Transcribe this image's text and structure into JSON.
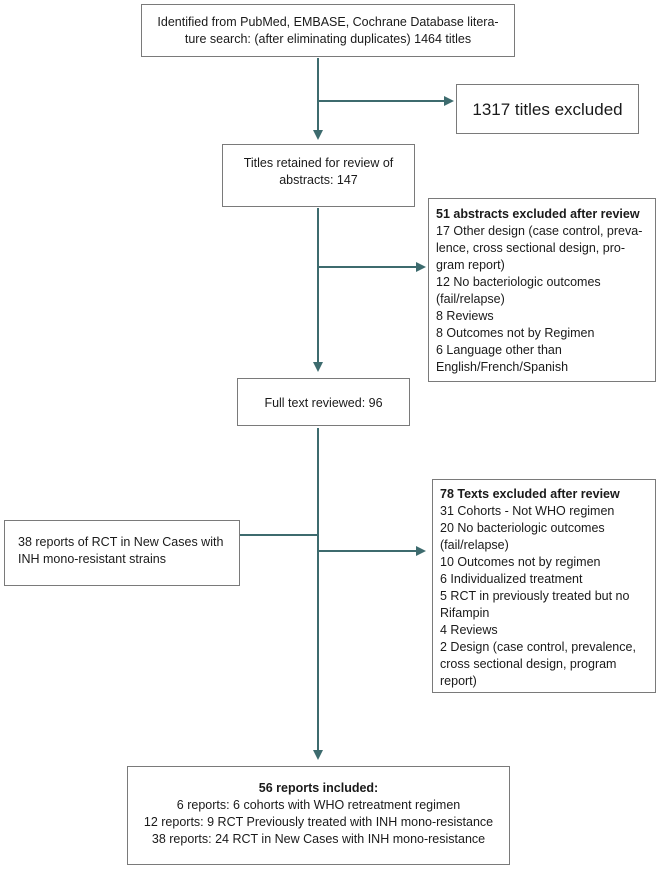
{
  "identified": {
    "lines": [
      "Identified from PubMed, EMBASE, Cochrane Database litera-",
      "ture search: (after eliminating duplicates) 1464 titles"
    ]
  },
  "excluded_titles": {
    "text": "1317 titles excluded"
  },
  "retained": {
    "lines": [
      "Titles retained for review of",
      "abstracts: 147"
    ]
  },
  "abstracts_excluded": {
    "heading": "51  abstracts excluded after review",
    "lines": [
      "17 Other design (case control, preva-",
      "lence, cross sectional design, pro-",
      "gram report)",
      "12 No bacteriologic outcomes",
      "(fail/relapse)",
      "8 Reviews",
      "8 Outcomes not by Regimen",
      "6 Language other than",
      "English/French/Spanish"
    ]
  },
  "full_text": {
    "text": "Full text reviewed: 96"
  },
  "rct_reports": {
    "lines": [
      "38 reports of RCT in New Cases with",
      "INH mono-resistant strains"
    ]
  },
  "texts_excluded": {
    "heading": "78  Texts excluded after review",
    "lines": [
      "31 Cohorts - Not WHO regimen",
      "20 No bacteriologic outcomes",
      "(fail/relapse)",
      "10 Outcomes not by regimen",
      "6 Individualized treatment",
      "5 RCT in previously treated but no",
      "Rifampin",
      "4 Reviews",
      "2 Design (case control, prevalence,",
      "cross sectional design, program",
      "report)"
    ]
  },
  "included": {
    "heading": "56 reports included:",
    "lines": [
      "6 reports: 6 cohorts with WHO retreatment regimen",
      "12 reports: 9 RCT Previously treated with INH mono-resistance",
      "38 reports: 24 RCT in New Cases with INH mono-resistance"
    ]
  },
  "colors": {
    "arrow": "#3d6b6e",
    "border": "#7a7a7a"
  }
}
